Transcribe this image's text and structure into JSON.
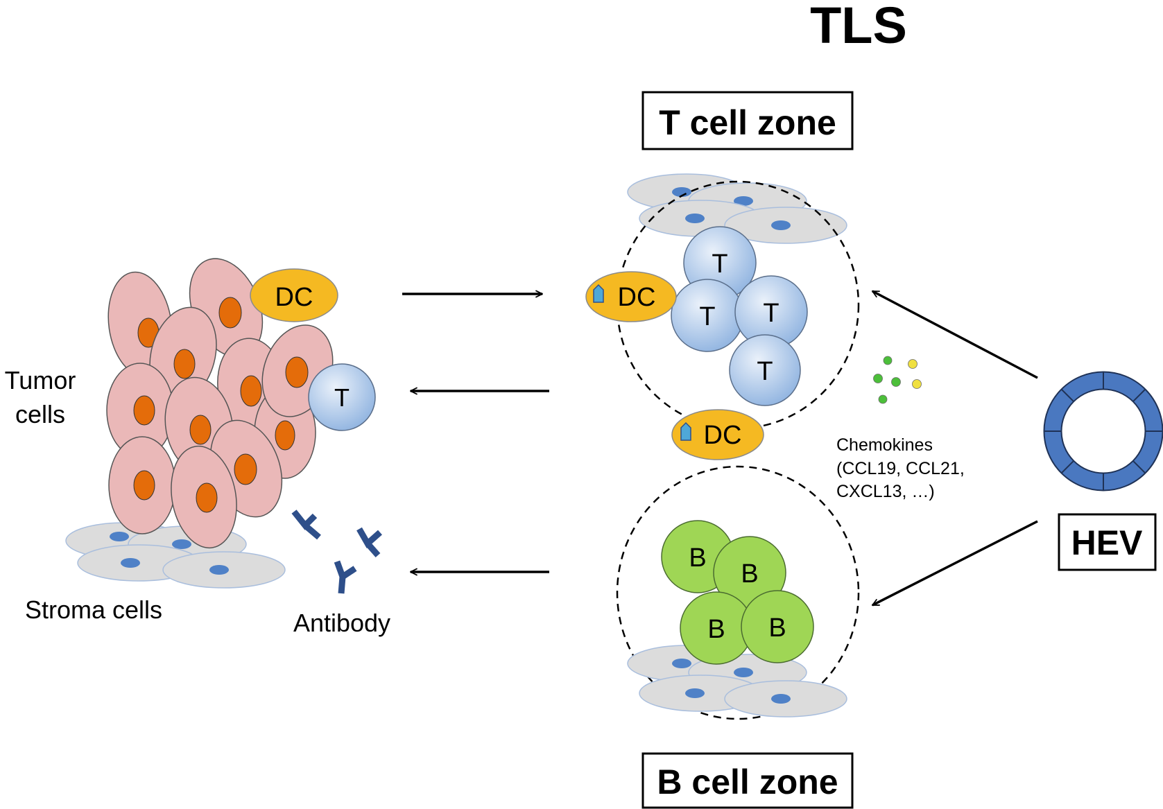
{
  "title": "TLS",
  "zones": {
    "t_zone": "T cell zone",
    "b_zone": "B cell zone",
    "hev": "HEV"
  },
  "left_labels": {
    "tumor_line1": "Tumor",
    "tumor_line2": "cells",
    "stroma": "Stroma cells",
    "antibody": "Antibody"
  },
  "cell_letters": {
    "dc": "DC",
    "t": "T",
    "b": "B"
  },
  "chemokines": {
    "line1": "Chemokines",
    "line2": "(CCL19, CCL21,",
    "line3": "CXCL13, …)"
  },
  "colors": {
    "tumor_cell": "#eab8b8",
    "tumor_nucleus": "#e46c0a",
    "dc": "#f5b922",
    "t_cell": "#a9c6e8",
    "b_cell": "#9fd655",
    "stroma_cell": "#dcdcdc",
    "stroma_nucleus": "#4f81c7",
    "antibody": "#2e4f8a",
    "hev_ring": "#4a78c0",
    "chemokine_green": "#4cbf3a",
    "chemokine_yellow": "#f0e040"
  }
}
